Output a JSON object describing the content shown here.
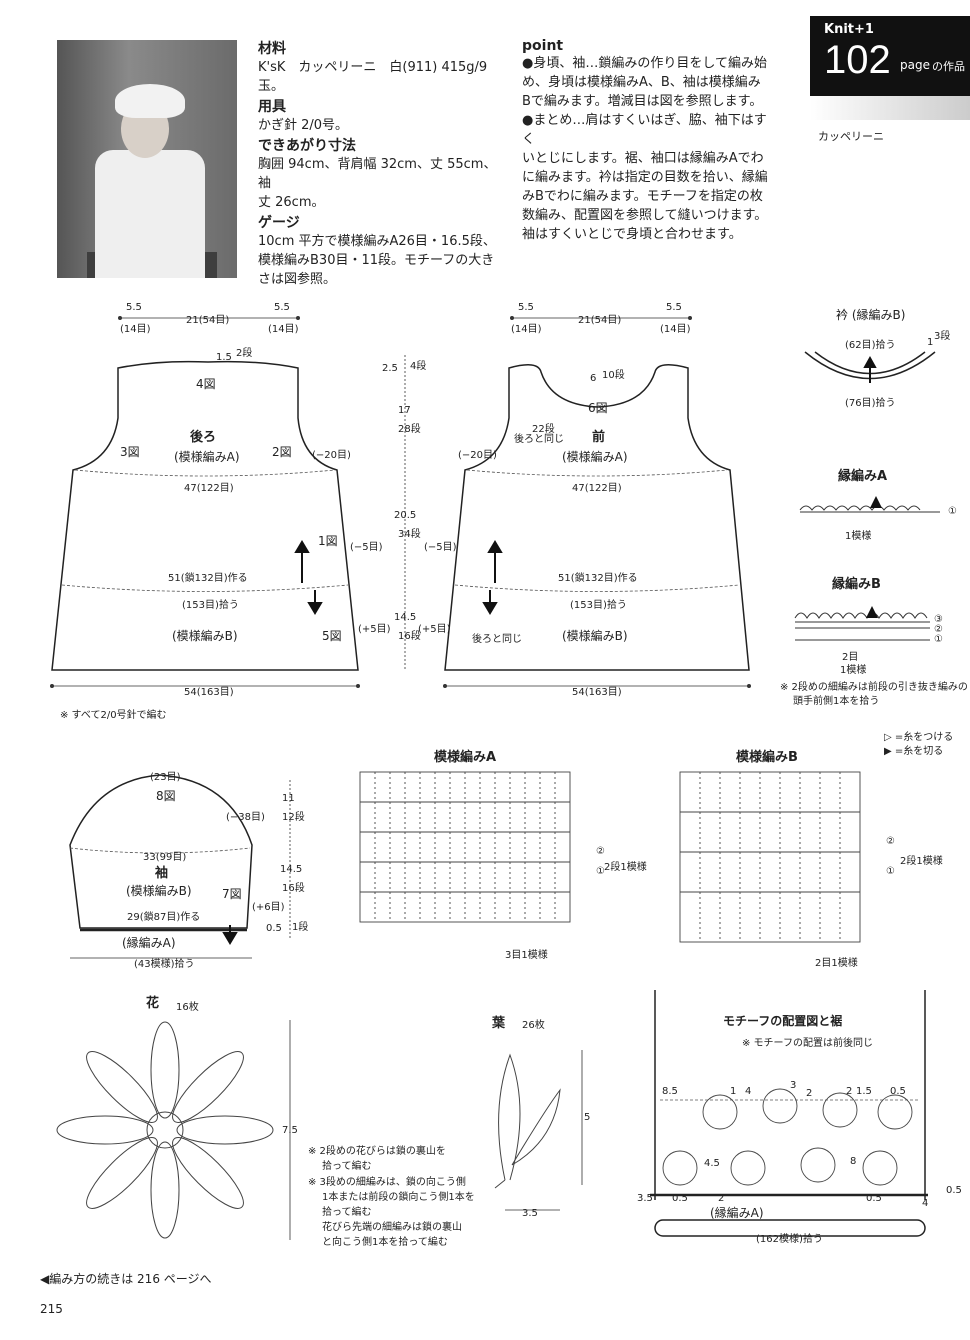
{
  "header": {
    "materials_title": "材料",
    "materials_text": "K'sK　カッペリーニ　白(911) 415g/9玉。",
    "tools_title": "用具",
    "tools_text": "かぎ針 2/0号。",
    "size_title": "できあがり寸法",
    "size_line1": "胸囲 94cm、背肩幅 32cm、丈 55cm、袖",
    "size_line2": "丈 26cm。",
    "gauge_title": "ゲージ",
    "gauge_line1": "10cm 平方で模様編みA26目・16.5段、",
    "gauge_line2": "模様編みB30目・11段。モチーフの大き",
    "gauge_line3": "さは図参照。",
    "point_title": "point",
    "point_lines": [
      "●身頃、袖…鎖編みの作り目をして編み始",
      "め、身頃は模様編みA、B、袖は模様編み",
      "Bで編みます。増減目は図を参照します。",
      "●まとめ…肩はすくいはぎ、脇、袖下はすく",
      "いとじにします。裾、袖口は縁編みAでわ",
      "に編みます。衿は指定の目数を拾い、縁編",
      "みBでわに編みます。モチーフを指定の枚",
      "数編み、配置図を参照して縫いつけます。",
      "袖はすくいとじで身頃と合わせます。"
    ],
    "badge_brand": "Knit+1",
    "badge_number": "102",
    "badge_page": "page",
    "badge_suffix": "の作品",
    "yarn_name": "カッペリーニ"
  },
  "back": {
    "top_left": "5.5",
    "top_left_sub": "(14目)",
    "top_mid": "21(54目)",
    "top_right": "5.5",
    "top_right_sub": "(14目)",
    "neck_depth": "1.5",
    "neck_rows": "2段",
    "fig4": "4図",
    "name": "後ろ",
    "pattern_a": "(模様編みA)",
    "fig3": "3図",
    "fig2": "2図",
    "dec20": "(−20目)",
    "width47": "47(122目)",
    "fig1": "1図",
    "dec5": "(−5目)",
    "chain51": "51(鎖132目)作る",
    "pick153": "(153目)拾う",
    "pattern_b": "(模様編みB)",
    "fig5": "5図",
    "inc5": "(+5目)",
    "width54": "54(163目)",
    "note": "※ すべて2/0号針で編む"
  },
  "vertical": {
    "v1": "2.5",
    "v1r": "4段",
    "v2": "17",
    "v2r": "28段",
    "v3": "20.5",
    "v3r": "34段",
    "v4": "14.5",
    "v4r": "16段"
  },
  "front": {
    "top_left": "5.5",
    "top_left_sub": "(14目)",
    "top_mid": "21(54目)",
    "top_right": "5.5",
    "top_right_sub": "(14目)",
    "neck_depth": "6",
    "neck_rows": "10段",
    "fig6": "6図",
    "name": "前",
    "pattern_a": "(模様編みA)",
    "side_rows": "22段",
    "same_as_back": "後ろと同じ",
    "dec20": "(−20目)",
    "width47": "47(122目)",
    "dec5": "(−5目)",
    "chain51": "51(鎖132目)作る",
    "pick153": "(153目)拾う",
    "inc5": "(+5目)",
    "same_as_back2": "後ろと同じ",
    "pattern_b": "(模様編みB)",
    "width54": "54(163目)"
  },
  "collar": {
    "title": "衿 (縁編みB)",
    "pick62": "(62目)拾う",
    "rows3": "3段",
    "one": "1",
    "pick76": "(76目)拾う"
  },
  "edge_a": {
    "title": "縁編みA",
    "repeat": "1模様",
    "row1": "①"
  },
  "edge_b": {
    "title": "縁編みB",
    "r3": "③",
    "r2": "②",
    "r1": "①",
    "two_st": "2目",
    "repeat": "1模様",
    "note1": "※ 2段めの細編みは前段の引き抜き編みの",
    "note2": "頭手前側1本を拾う"
  },
  "legend": {
    "attach": "=糸をつける",
    "cut": "=糸を切る"
  },
  "sleeve": {
    "top": "(23目)",
    "fig8": "8図",
    "dec38": "(−38目)",
    "width33": "33(99目)",
    "name": "袖",
    "pattern_b": "(模様編みB)",
    "fig7": "7図",
    "inc6": "(+6目)",
    "chain29": "29(鎖87目)作る",
    "edge_a": "(縁編みA)",
    "pick43": "(43模様)拾う",
    "v1": "11",
    "v1r": "12段",
    "v2": "14.5",
    "v2r": "16段",
    "v3": "0.5",
    "v3r": "1段"
  },
  "chart_a": {
    "title": "模様編みA",
    "r2": "②",
    "r1": "①",
    "repeat_rows": "2段1模様",
    "repeat_sts": "3目1模様"
  },
  "chart_b": {
    "title": "模様編みB",
    "r2": "②",
    "r1": "①",
    "repeat_rows": "2段1模様",
    "repeat_sts": "2目1模様"
  },
  "flower": {
    "title": "花",
    "count": "16枚",
    "size": "7.5",
    "note1": "※ 2段めの花びらは鎖の裏山を",
    "note2": "拾って編む",
    "note3": "※ 3段めの細編みは、鎖の向こう側",
    "note4": "1本または前段の鎖向こう側1本を",
    "note5": "拾って編む",
    "note6": "花びら先端の細編みは鎖の裏山",
    "note7": "と向こう側1本を拾って編む"
  },
  "leaf": {
    "title": "葉",
    "count": "26枚",
    "height": "5",
    "width": "3.5"
  },
  "layout": {
    "title": "モチーフの配置図と裾",
    "note": "※ モチーフの配置は前後同じ",
    "n85": "8.5",
    "n1a": "1",
    "n4a": "4",
    "n3": "3",
    "n2a": "2",
    "n2b": "2",
    "n15": "1.5",
    "n05a": "0.5",
    "n45": "4.5",
    "n8": "8",
    "n35": "3.5",
    "n05b": "0.5",
    "n2c": "2",
    "n05c": "0.5",
    "n4b": "4",
    "n05d": "0.5",
    "edge_a": "(縁編みA)",
    "pick162": "(162模様)拾う"
  },
  "footer": {
    "continue": "◀編み方の続きは 216 ページへ",
    "page": "215"
  }
}
